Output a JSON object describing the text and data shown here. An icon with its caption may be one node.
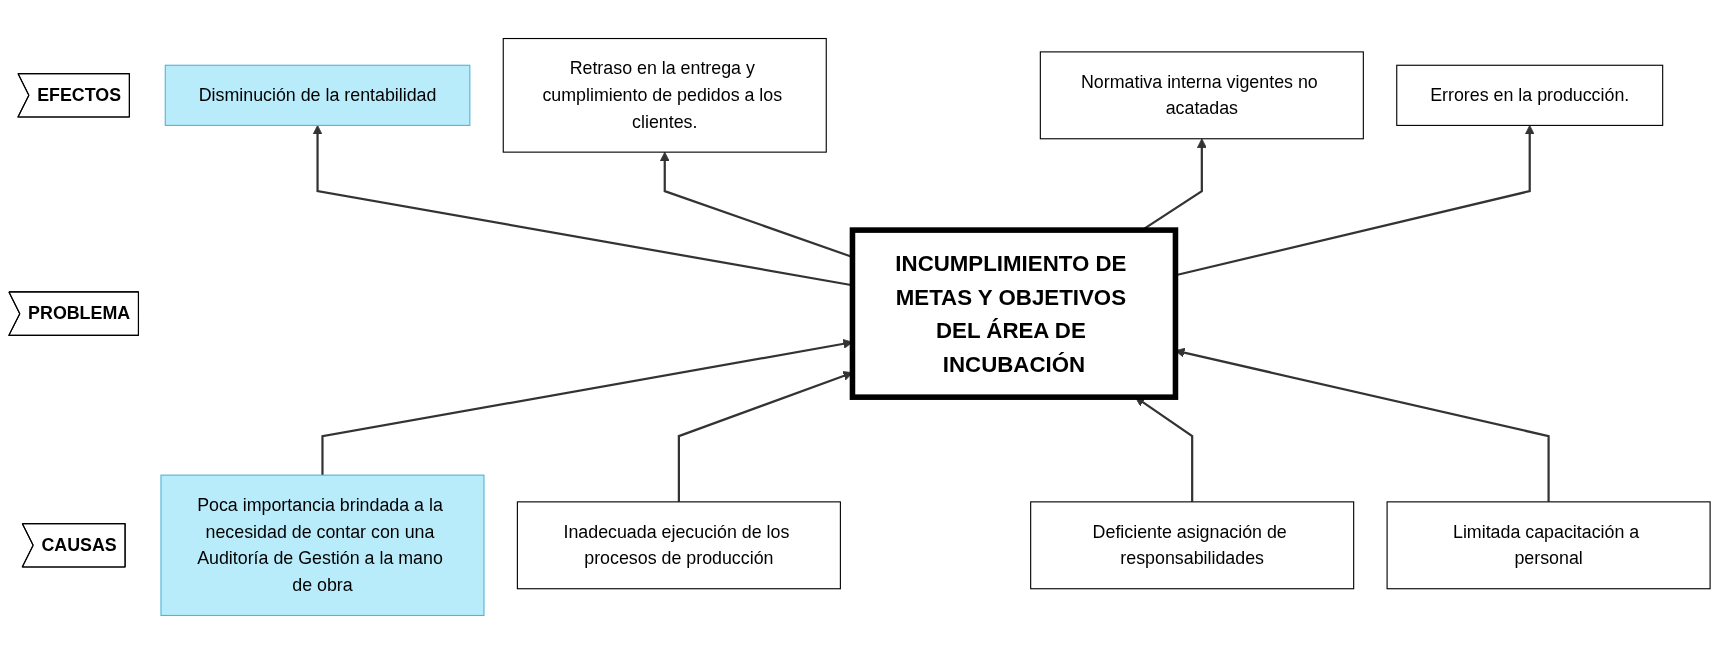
{
  "diagram": {
    "nodes": [
      {
        "text": [
          "EFECTOS"
        ]
      },
      {
        "text": [
          "Disminución de la rentabilidad"
        ]
      },
      {
        "text": [
          "Retraso en la entrega y cumplimiento de pedidos a los clientes."
        ]
      },
      {
        "text": [
          "Normativa interna vigentes no acatadas"
        ]
      },
      {
        "text": [
          "Errores en la producción."
        ]
      },
      {
        "text": [
          "PROBLEMA"
        ]
      },
      {
        "text": [
          "INCUMPLIMIENTO DE METAS Y OBJETIVOS DEL ÁREA DE INCUBACIÓN"
        ]
      },
      {
        "text": [
          "CAUSAS"
        ]
      },
      {
        "text": [
          "Poca importancia brindada a la necesidad de contar con una Auditoría de Gestión a la mano de obra"
        ]
      },
      {
        "text": [
          "Inadecuada ejecución de los procesos de producción"
        ]
      },
      {
        "text": [
          "Deficiente asignación de responsabilidades"
        ]
      },
      {
        "text": [
          "Limitada capacitación a personal"
        ]
      }
    ],
    "edges": [
      {
        "from": 6,
        "to": 1,
        "arrow": "to"
      },
      {
        "from": 6,
        "to": 2,
        "arrow": "to"
      },
      {
        "from": 6,
        "to": 3,
        "arrow": "to"
      },
      {
        "from": 6,
        "to": 4,
        "arrow": "to"
      },
      {
        "from": 8,
        "to": 6,
        "arrow": "to"
      },
      {
        "from": 9,
        "to": 6,
        "arrow": "to"
      },
      {
        "from": 10,
        "to": 6,
        "arrow": "to"
      },
      {
        "from": 11,
        "to": 6,
        "arrow": "to"
      }
    ]
  }
}
